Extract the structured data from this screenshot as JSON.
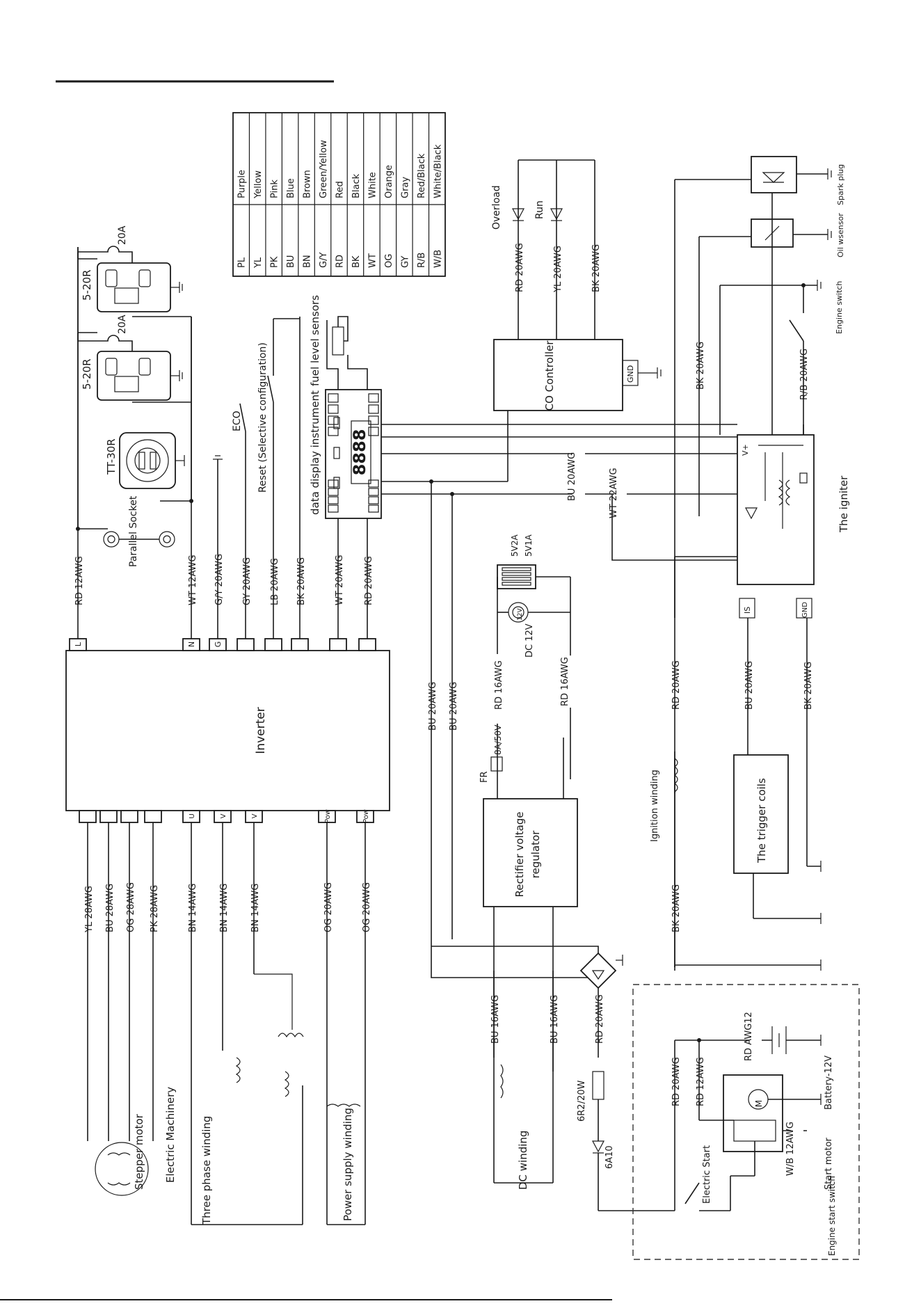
{
  "color_legend": [
    {
      "code": "PL",
      "name": "Purple"
    },
    {
      "code": "YL",
      "name": "Yellow"
    },
    {
      "code": "PK",
      "name": "Pink"
    },
    {
      "code": "BU",
      "name": "Blue"
    },
    {
      "code": "BN",
      "name": "Brown"
    },
    {
      "code": "G/Y",
      "name": "Green/Yellow"
    },
    {
      "code": "RD",
      "name": "Red"
    },
    {
      "code": "BK",
      "name": "Black"
    },
    {
      "code": "WT",
      "name": "White"
    },
    {
      "code": "OG",
      "name": "Orange"
    },
    {
      "code": "GY",
      "name": "Gray"
    },
    {
      "code": "R/B",
      "name": "Red/Black"
    },
    {
      "code": "W/B",
      "name": "White/Black"
    }
  ],
  "components": {
    "inverter": "Inverter",
    "rectifier": "Rectifier voltage regulator",
    "co_controller": "CO Controller",
    "igniter": "The igniter",
    "trigger_coils": "The trigger coils",
    "data_display": "data display instrument",
    "fuel_sensor": "fuel level sensors",
    "parallel_socket": "Parallel Socket",
    "tt30r": "TT-30R",
    "outlet_a": "5-20R",
    "outlet_b": "5-20R",
    "fuse_a": "20A",
    "fuse_b": "20A",
    "eco": "ECO",
    "reset": "Reset (Selective configuration)",
    "overload": "Overload",
    "run": "Run",
    "spark_plug": "Spark plug",
    "oil_sensor": "Oil wsensor",
    "engine_switch": "Engine switch",
    "usb_a": "5V2A",
    "usb_b": "5V1A",
    "dc12v": "DC 12V",
    "dc12v_badge": "12V",
    "fuse_fr": "FR",
    "fuse_rating": "8A/50V",
    "stepper_motor": "Stepper motor",
    "electric_machinery": "Electric Machinery",
    "three_phase": "Three phase winding",
    "power_supply": "Power supply winding",
    "dc_winding": "DC winding",
    "ignition_winding": "Ignition winding",
    "resistor": "6R2/20W",
    "diode": "6A10",
    "electric_start": "Electric Start",
    "engine_start_switch": "Engine start switch",
    "start_motor": "Start motor",
    "battery": "Battery-12V",
    "display_digits": "8888",
    "gnd": "GND",
    "is": "IS",
    "vplus": "V+"
  },
  "inverter_pins": {
    "top": [
      "L",
      "N",
      "G",
      "",
      "",
      "",
      "",
      ""
    ],
    "bottom": [
      "",
      "",
      "",
      "",
      "U",
      "V",
      "V",
      "Pow",
      "Pow"
    ]
  },
  "wire_labels": {
    "rd12": "RD 12AWG",
    "wt12": "WT 12AWG",
    "gy_g": "G/Y 20AWG",
    "gy20": "GY 20AWG",
    "lb20": "LB 20AWG",
    "bk20_inv": "BK 20AWG",
    "wt20": "WT 20AWG",
    "rd20_inv": "RD 20AWG",
    "yl28": "YL 28AWG",
    "bu28": "BU 28AWG",
    "og28": "OG 28AWG",
    "pk28": "PK 28AWG",
    "bn14_1": "BN 14AWG",
    "bn14_2": "BN 14AWG",
    "bn14_3": "BN 14AWG",
    "og20_1": "OG 20AWG",
    "og20_2": "OG 20AWG",
    "bu20_1": "BU 20AWG",
    "bu20_2": "BU 20AWG",
    "rd16_1": "RD 16AWG",
    "rd16_2": "RD 16AWG",
    "bu16_1": "BU 16AWG",
    "bu16_2": "BU 16AWG",
    "rd20_rect": "RD 20AWG",
    "rd20_co": "RD 20AWG",
    "yl20_co": "YL 20AWG",
    "bk20_co": "BK 20AWG",
    "bu20_ign": "BU 20AWG",
    "wt22_ign": "WT 22AWG",
    "bk20_oil": "BK 20AWG",
    "rb20": "R/B 20AWG",
    "rd20_is": "RD 20AWG",
    "bu20_is": "BU 20AWG",
    "bk20_gnd": "BK 20AWG",
    "bk20_ignw": "BK 20AWG",
    "rd20_start": "RD 20AWG",
    "rd12_start": "RD 12AWG",
    "rd_awg12": "RD AWG12",
    "wb12": "W/B 12AWG"
  }
}
